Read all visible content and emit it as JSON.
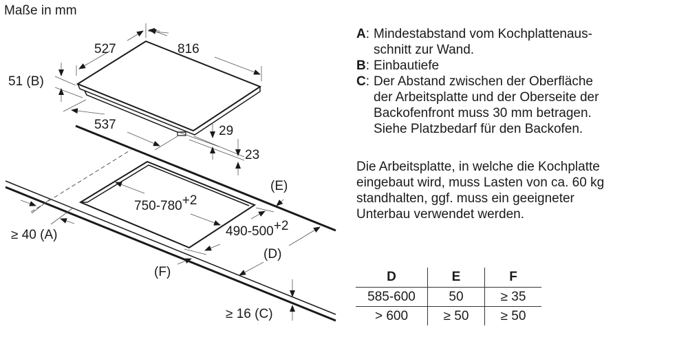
{
  "title": "Maße in mm",
  "diagram": {
    "dim_width_cooktop": "527",
    "dim_length_cooktop": "816",
    "dim_B_value": "51 (",
    "dim_B_key": "B",
    "dim_close": ")",
    "dim_depth": "537",
    "dim_29": "29",
    "dim_23": "23",
    "cutout_length": "750-780",
    "cutout_length_tol": "+2",
    "cutout_depth": "490-500",
    "cutout_depth_tol": "+2",
    "label_E": "E",
    "label_D": "D",
    "label_F": "F",
    "label_A_prefix": "≥ 40 (",
    "label_A_key": "A",
    "label_C_prefix": "≥ 16 (",
    "label_C_key": "C",
    "open_paren": "(",
    "close_paren": ")"
  },
  "legend": [
    {
      "key": "A",
      "text": "Mindestabstand vom Kochplattenaus-\nschnitt zur Wand."
    },
    {
      "key": "B",
      "text": "Einbautiefe"
    },
    {
      "key": "C",
      "text": "Der Abstand zwischen der Oberfläche\nder Arbeitsplatte und der Oberseite der\nBackofenfront muss 30 mm betragen.\nSiehe Platzbedarf für den Backofen."
    }
  ],
  "note": "Die Arbeitsplatte, in welche die Kochplatte\neingebaut wird, muss Lasten von ca. 60 kg\nstandhalten, ggf. muss ein geeigneter\nUnterbau verwendet werden.",
  "table": {
    "headers": [
      "D",
      "E",
      "F"
    ],
    "rows": [
      [
        "585-600",
        "50",
        "≥ 35"
      ],
      [
        "> 600",
        "≥ 50",
        "≥ 50"
      ]
    ]
  }
}
